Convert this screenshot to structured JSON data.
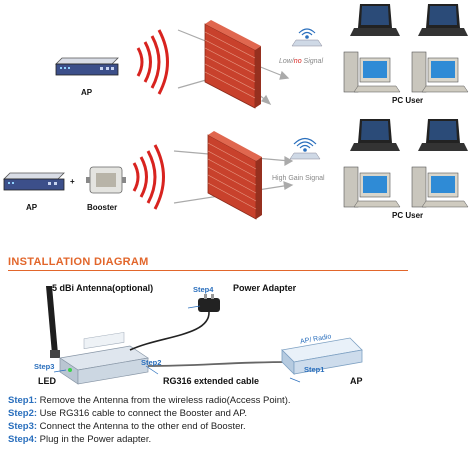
{
  "scenario_top": {
    "ap_label": "AP",
    "signal_text_low": "Low/",
    "signal_text_no": "no",
    "signal_text_end": "Signal",
    "pc_label": "PC User"
  },
  "scenario_bottom": {
    "ap_label": "AP",
    "plus": "+",
    "booster_label": "Booster",
    "signal_text": "High Gain Signal",
    "pc_label": "PC User"
  },
  "install": {
    "title": "INSTALLATION DIAGRAM",
    "antenna_label": "5 dBi Antenna(optional)",
    "power_label": "Power Adapter",
    "step4_tag": "Step4",
    "step3_tag": "Step3",
    "step2_tag": "Step2",
    "step1_tag": "Step1",
    "led_label": "LED",
    "cable_label": "RG316 extended cable",
    "ap_label": "AP",
    "ap_device_text": "AP/ Radio"
  },
  "steps": [
    {
      "key": "Step1:",
      "text": " Remove the Antenna from the wireless radio(Access Point)."
    },
    {
      "key": "Step2:",
      "text": " Use RG316 cable to connect the Booster and AP."
    },
    {
      "key": "Step3:",
      "text": " Connect the Antenna to the other end of Booster."
    },
    {
      "key": "Step4:",
      "text": " Plug in the Power adapter."
    }
  ],
  "colors": {
    "wall": "#c8412c",
    "waves": "#d8231f",
    "accent_orange": "#e2662b",
    "step_blue": "#2a6fbd"
  }
}
